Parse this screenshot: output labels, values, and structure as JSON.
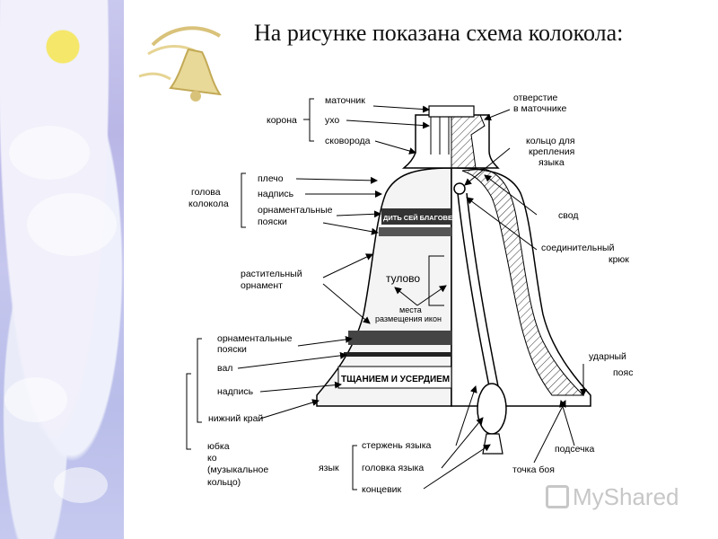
{
  "title": "На рисунке показана схема колокола:",
  "watermark": "MyShared",
  "icons": {
    "decor": "golden-bell-icon",
    "watermark_logo": "myshared-logo-icon"
  },
  "bell_texts": {
    "band_upper": "ДИТЬ СЕЙ БЛАГОВЕСТ",
    "band_lower": "ТЩАНИЕМ И УСЕРДИЕМ"
  },
  "labels": {
    "matochnik": "маточник",
    "korona": "корона",
    "ukho": "ухо",
    "skovoroda": "сковорода",
    "otverstie_1": "отверстие",
    "otverstie_2": "в маточнике",
    "koltso_1": "кольцо для",
    "koltso_2": "крепления",
    "koltso_3": "языка",
    "plecho": "плечо",
    "golova_1": "голова",
    "golova_2": "колокола",
    "nadpis_top": "надпись",
    "orn_poyaski_1": "орнаментальные",
    "orn_poyaski_2": "пояски",
    "svod": "свод",
    "soed_1": "соединительный",
    "soed_2": "крюк",
    "rast_1": "растительный",
    "rast_2": "орнамент",
    "tulovo": "тулово",
    "mesta_1": "места",
    "mesta_2": "размещения икон",
    "orn2_1": "орнаментальные",
    "orn2_2": "пояски",
    "val": "вал",
    "nadpis_bottom": "надпись",
    "nizhniy_kray": "нижний край",
    "udarny_1": "ударный",
    "udarny_2": "пояс",
    "yubka_1": "юбка",
    "yubka_2": "ко",
    "yubka_3": "(музыкальное",
    "yubka_4": "кольцо)",
    "podsechka": "подсечка",
    "yazyk": "язык",
    "sterzhen": "стержень языка",
    "golovka": "головка языка",
    "kontsevik": "концевик",
    "tochka_boya": "точка боя"
  }
}
